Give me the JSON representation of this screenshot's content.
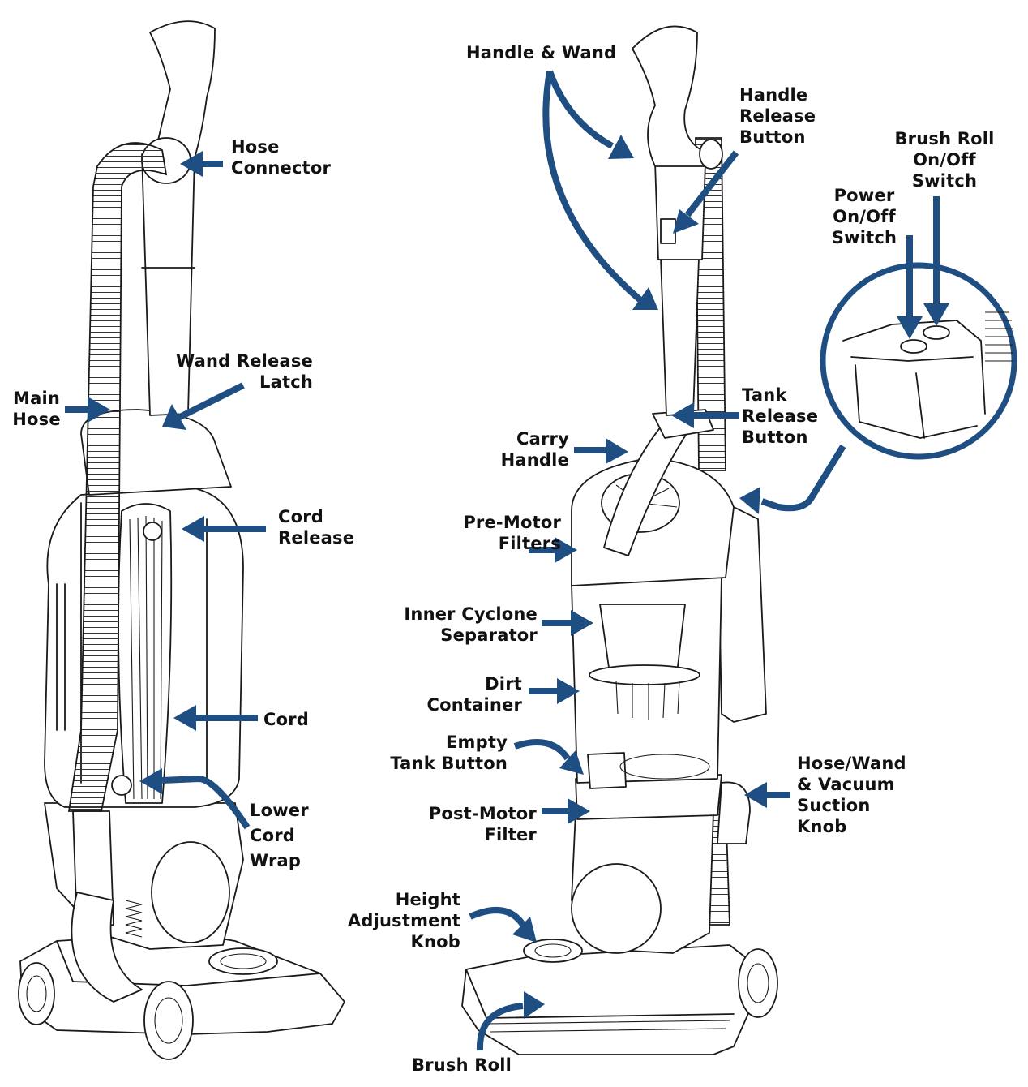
{
  "labels": {
    "handle_wand": "Handle & Wand",
    "hose_connector": "Hose\nConnector",
    "handle_release_button": "Handle\nRelease\nButton",
    "brush_roll_switch": "Brush Roll\nOn/Off\nSwitch",
    "power_switch": "Power\nOn/Off\nSwitch",
    "wand_release_latch": "Wand Release\nLatch",
    "main_hose": "Main\nHose",
    "tank_release_button": "Tank\nRelease\nButton",
    "carry_handle": "Carry\nHandle",
    "cord_release": "Cord\nRelease",
    "pre_motor_filters": "Pre-Motor\nFilters",
    "inner_cyclone_separator": "Inner Cyclone\nSeparator",
    "dirt_container": "Dirt\nContainer",
    "cord": "Cord",
    "empty_tank_button": "Empty\nTank Button",
    "hose_wand_knob": "Hose/Wand\n& Vacuum\nSuction\nKnob",
    "lower_cord_wrap": "Lower\nCord\nWrap",
    "post_motor_filter": "Post-Motor\nFilter",
    "height_adjustment_knob": "Height\nAdjustment\nKnob",
    "brush_roll": "Brush Roll"
  },
  "colors": {
    "arrow": "#1f4e82",
    "outline": "#1a1a1a",
    "text": "#111111"
  }
}
